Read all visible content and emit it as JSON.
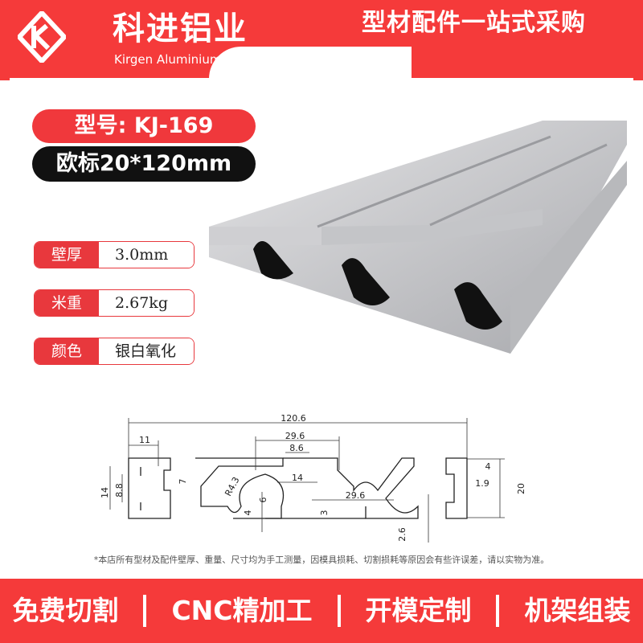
{
  "brand": {
    "name_cn": "科进铝业",
    "name_en": "Kirgen Aluminium"
  },
  "slogan": "型材配件一站式采购",
  "model": "型号: KJ-169",
  "standard": "欧标20*120mm",
  "specs": [
    {
      "label": "壁厚",
      "value": "3.0mm"
    },
    {
      "label": "米重",
      "value": "2.67kg"
    },
    {
      "label": "颜色",
      "value": "银白氧化"
    }
  ],
  "dimensions": {
    "overall_width": "120.6",
    "left_width": "11",
    "top_span": "29.6",
    "top_slot": "8.6",
    "left_height": "14",
    "left_slot": "8.8",
    "left_groove": "7",
    "radius": "R4.3",
    "mid_slot": "14",
    "depth6": "6",
    "depth4": "4",
    "depth3": "3",
    "bottom_span": "29.6",
    "wall": "2.6",
    "right_lip": "4",
    "right_gap": "1.9",
    "height": "20"
  },
  "note": "*本店所有型材及配件壁厚、重量、尺寸均为手工测量，因模具损耗、切割损耗等原因会有些许误差，请以实物为准。",
  "services": [
    "免费切割",
    "CNC精加工",
    "开模定制",
    "机架组装"
  ],
  "colors": {
    "brand_red": "#f53a3a",
    "black": "#111111"
  }
}
